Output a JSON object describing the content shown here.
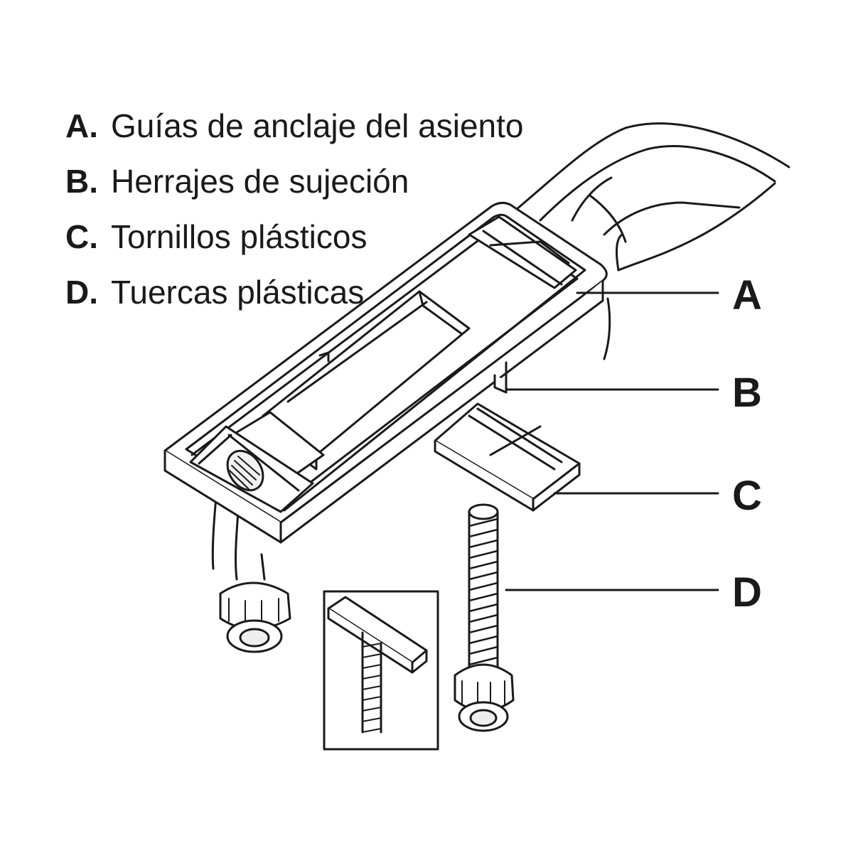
{
  "legend": {
    "items": [
      {
        "letter": "A.",
        "text": "Guías de anclaje del asiento"
      },
      {
        "letter": "B.",
        "text": "Herrajes de sujeción"
      },
      {
        "letter": "C.",
        "text": "Tornillos plásticos"
      },
      {
        "letter": "D.",
        "text": "Tuercas plásticas"
      }
    ]
  },
  "callouts": {
    "a": "A",
    "b": "B",
    "c": "C",
    "d": "D"
  },
  "colors": {
    "line": "#1a1a1a",
    "fill": "#ffffff",
    "shade": "#e9e9e9"
  }
}
